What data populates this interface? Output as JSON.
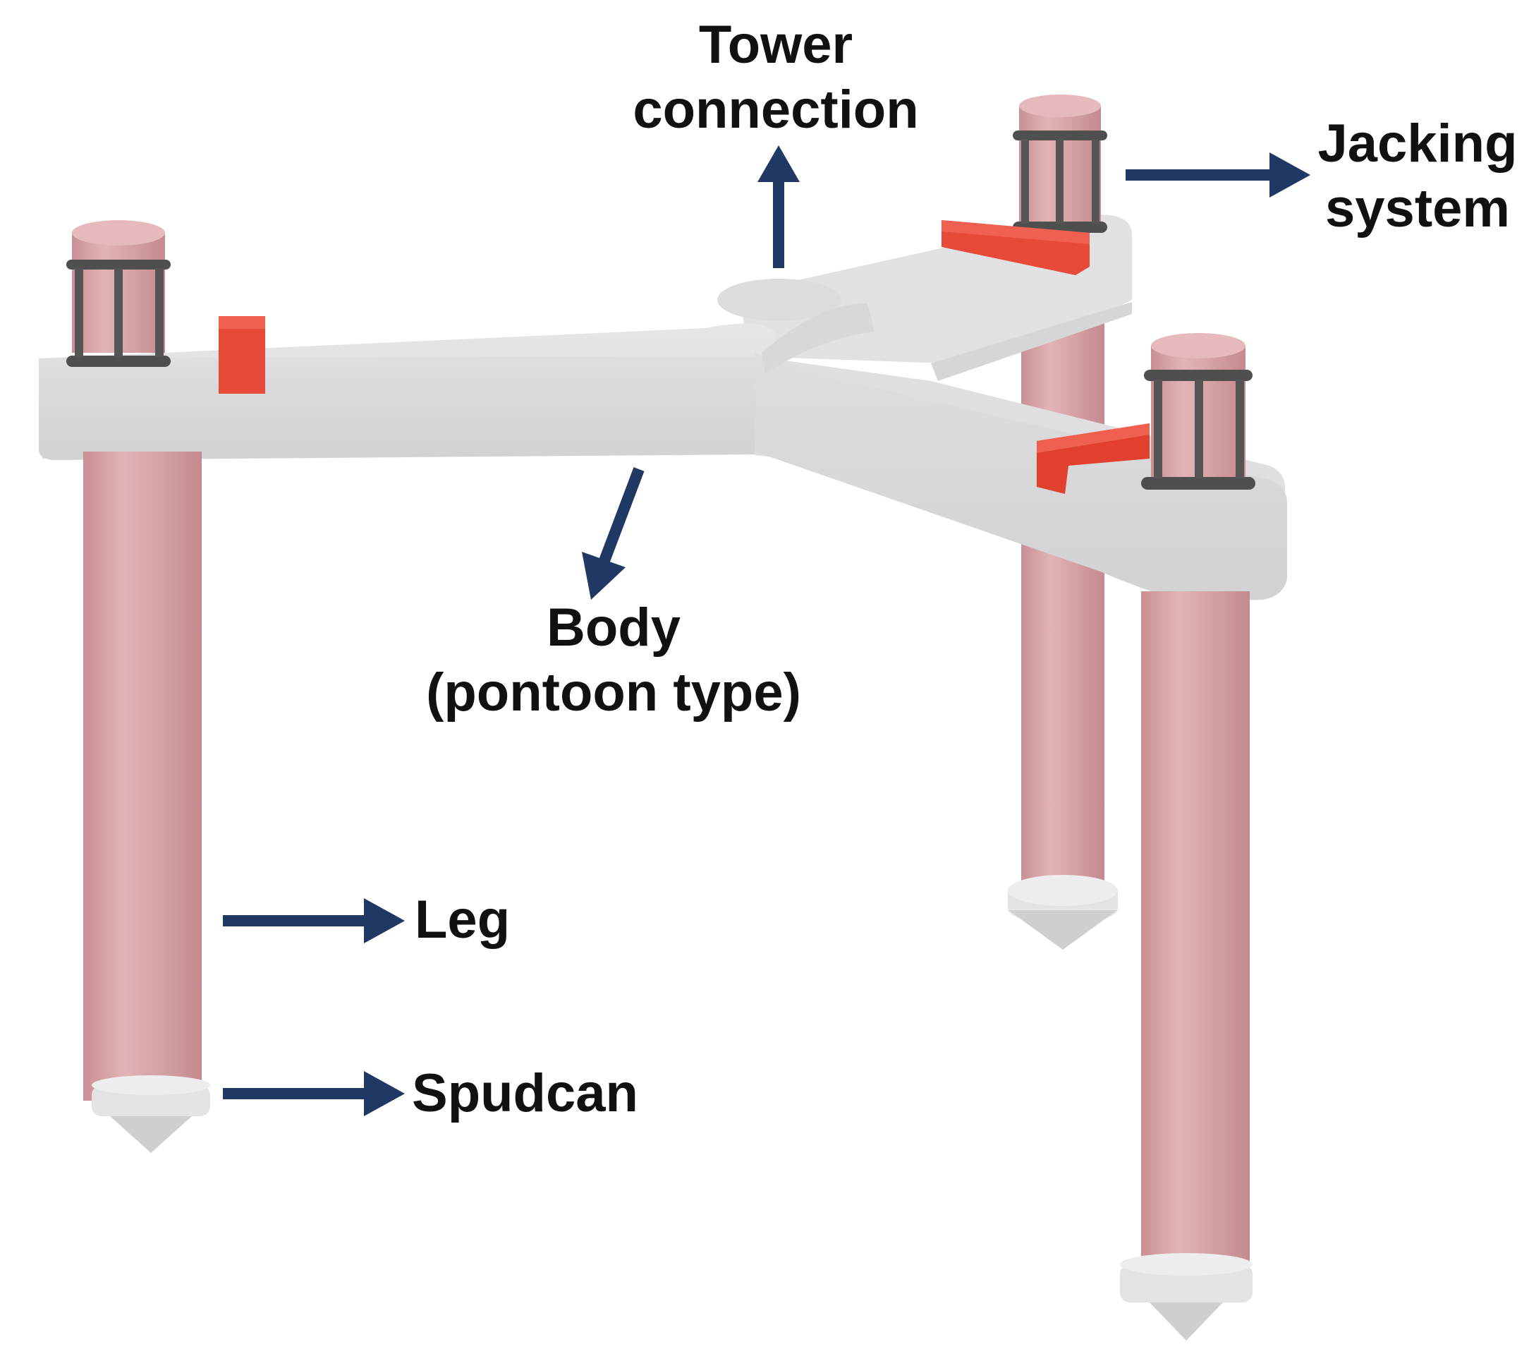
{
  "labels": {
    "tower_line1": "Tower",
    "tower_line2": "connection",
    "jacking_line1": "Jacking",
    "jacking_line2": "system",
    "body_line1": "Body",
    "body_line2": "(pontoon type)",
    "leg": "Leg",
    "spudcan": "Spudcan"
  },
  "colors": {
    "arrow": "#1f3864",
    "leg": "#d9a5a8",
    "leg_shade": "#c78e92",
    "body": "#dcdcdd",
    "body_side": "#d3d3d5",
    "jack_block": "#e84a3a",
    "ring": "#4f4f4f",
    "spudcan": "#e3e3e5",
    "label_text": "#111111"
  }
}
